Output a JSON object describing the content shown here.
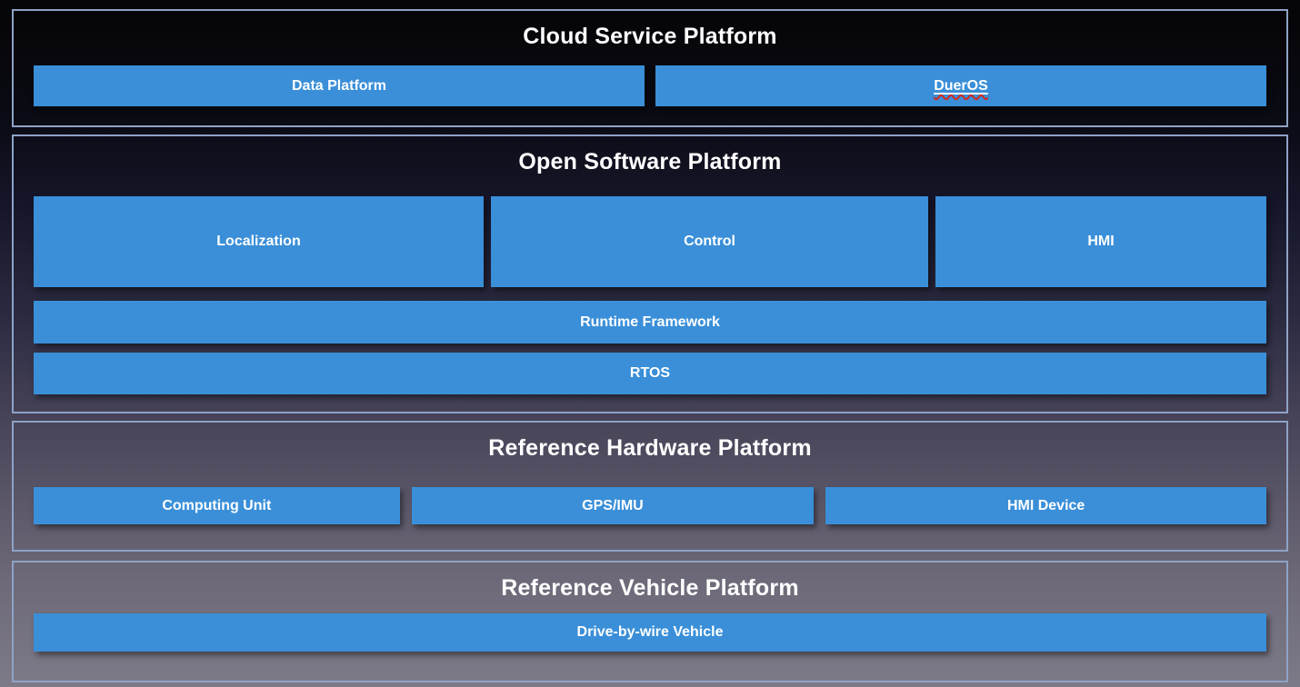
{
  "colors": {
    "box_blue": "#3a8fd8",
    "section_border": "#8ea2c6",
    "text_white": "#ffffff",
    "spellcheck_red": "#cf2b1f",
    "background_top": "#050507",
    "background_bottom": "#7d7a88"
  },
  "cloud": {
    "title": "Cloud Service Platform",
    "data_platform": "Data Platform",
    "dueros": "DuerOS"
  },
  "software": {
    "title": "Open Software Platform",
    "localization": "Localization",
    "control": "Control",
    "hmi": "HMI",
    "runtime_framework": "Runtime Framework",
    "rtos": "RTOS"
  },
  "hardware": {
    "title": "Reference Hardware Platform",
    "computing_unit": "Computing Unit",
    "gps_imu": "GPS/IMU",
    "hmi_device": "HMI Device"
  },
  "vehicle": {
    "title": "Reference Vehicle Platform",
    "drive_by_wire": "Drive-by-wire Vehicle"
  }
}
